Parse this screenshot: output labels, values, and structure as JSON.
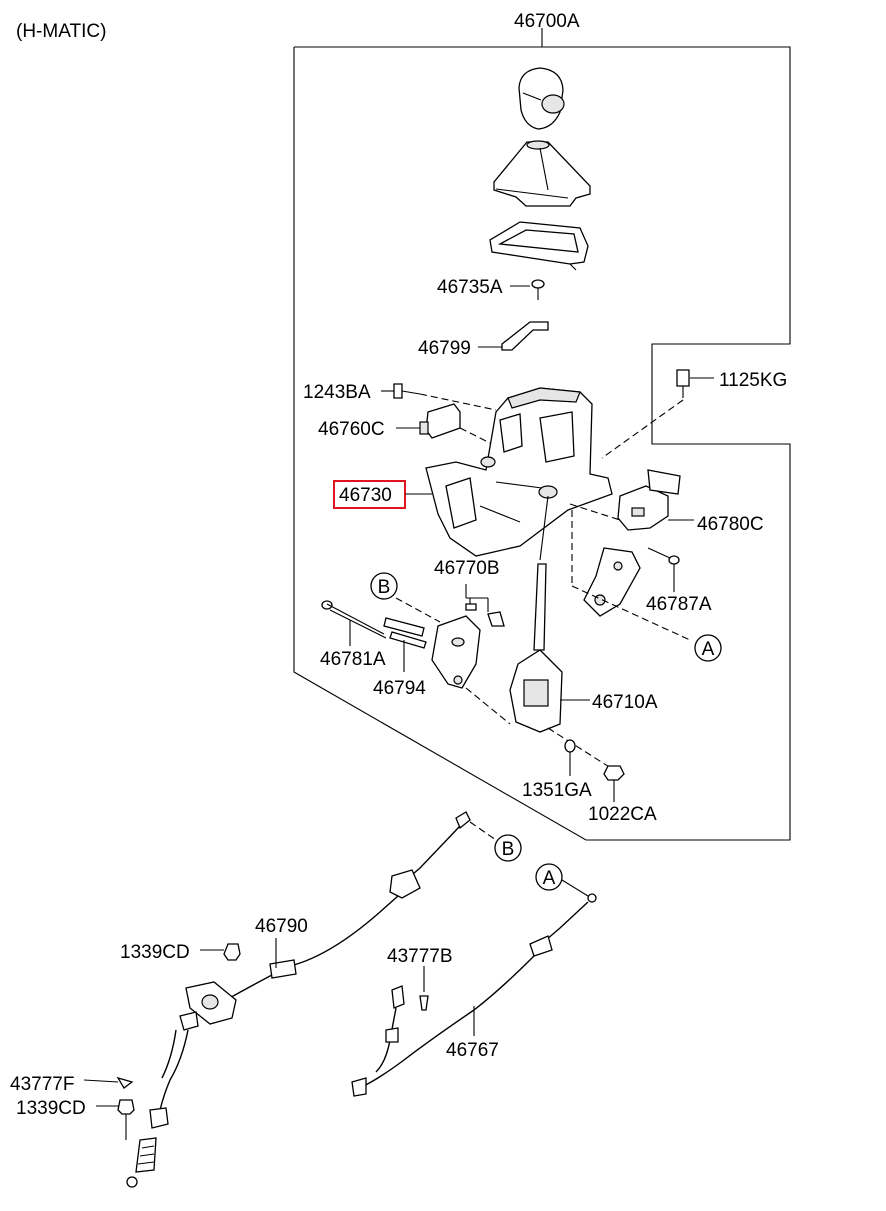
{
  "header": {
    "variant": "(H-MATIC)"
  },
  "assembly": {
    "number": "46700A"
  },
  "parts": {
    "knob_bolt": "46735A",
    "bracket": "46799",
    "bolt_1243": "1243BA",
    "bolt_1125": "1125KG",
    "switch_46760": "46760C",
    "housing": "46730",
    "switch_46780": "46780C",
    "lever_46770": "46770B",
    "screw_46787": "46787A",
    "pin": "46781A",
    "spring": "46794",
    "lever_assy": "46710A",
    "washer": "1351GA",
    "nut": "1022CA",
    "cable_shift": "46790",
    "nut_top": "1339CD",
    "clip_43777b": "43777B",
    "cable_lock": "46767",
    "clip_43777f": "43777F",
    "nut_bottom": "1339CD"
  },
  "refs": {
    "a": "A",
    "b": "B"
  },
  "highlight_color": "#e0141e"
}
